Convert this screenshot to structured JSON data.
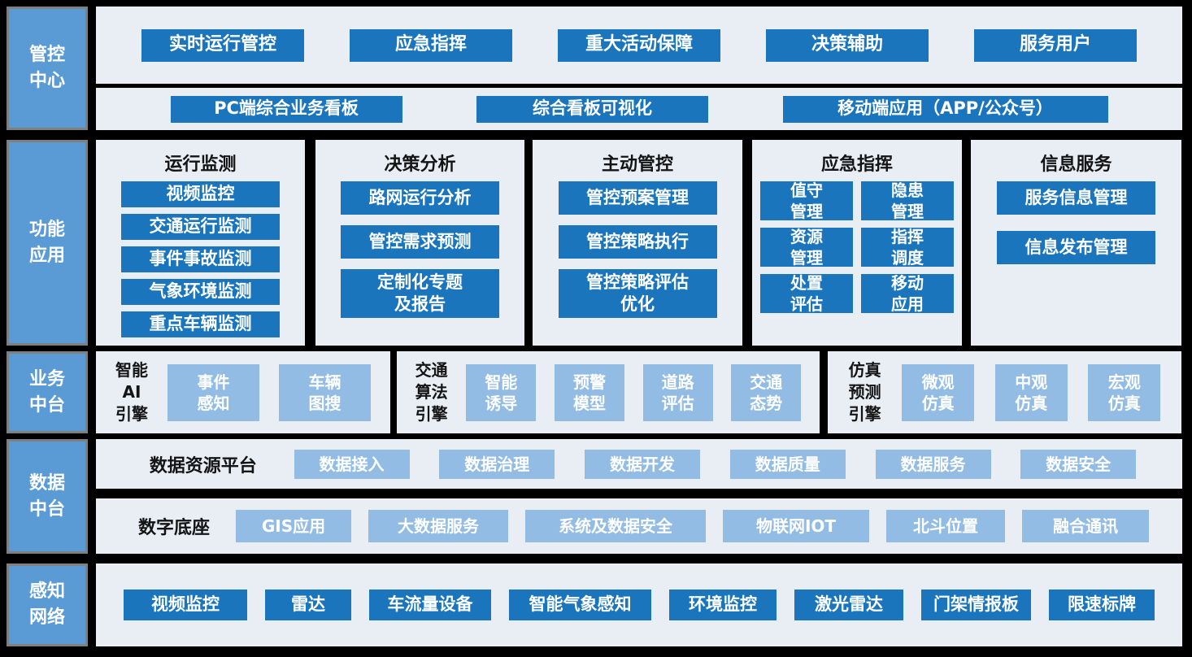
{
  "colors": {
    "page_bg": "#000000",
    "sidebar_fill": "#5B9BD5",
    "sidebar_border": "#7F7F7F",
    "panel_bg": "#E9EDF4",
    "node_primary": "#1B75BC",
    "node_light": "#92BCE3",
    "node_text": "#FFFFFF",
    "heading_text": "#141414"
  },
  "sidebar": {
    "control_center": "管控\n中心",
    "function_app": "功能\n应用",
    "business_platform": "业务\n中台",
    "data_platform": "数据\n中台",
    "perception_network": "感知\n网络"
  },
  "control_center": {
    "row1": [
      "实时运行管控",
      "应急指挥",
      "重大活动保障",
      "决策辅助",
      "服务用户"
    ],
    "row2": [
      "PC端综合业务看板",
      "综合看板可视化",
      "移动端应用（APP/公众号）"
    ]
  },
  "function_app": {
    "columns": [
      {
        "title": "运行监测",
        "items": [
          "视频监控",
          "交通运行监测",
          "事件事故监测",
          "气象环境监测",
          "重点车辆监测"
        ]
      },
      {
        "title": "决策分析",
        "items": [
          "路网运行分析",
          "管控需求预测",
          "定制化专题\n及报告"
        ]
      },
      {
        "title": "主动管控",
        "items": [
          "管控预案管理",
          "管控策略执行",
          "管控策略评估\n优化"
        ]
      },
      {
        "title": "应急指挥",
        "grid": [
          "值守\n管理",
          "隐患\n管理",
          "资源\n管理",
          "指挥\n调度",
          "处置\n评估",
          "移动\n应用"
        ]
      },
      {
        "title": "信息服务",
        "items": [
          "服务信息管理",
          "信息发布管理"
        ]
      }
    ]
  },
  "business_platform": {
    "groups": [
      {
        "label": "智能\nAI\n引擎",
        "items": [
          "事件\n感知",
          "车辆\n图搜"
        ]
      },
      {
        "label": "交通\n算法\n引擎",
        "items": [
          "智能\n诱导",
          "预警\n模型",
          "道路\n评估",
          "交通\n态势"
        ]
      },
      {
        "label": "仿真\n预测\n引擎",
        "items": [
          "微观\n仿真",
          "中观\n仿真",
          "宏观\n仿真"
        ]
      }
    ]
  },
  "data_platform": {
    "rows": [
      {
        "label": "数据资源平台",
        "items": [
          "数据接入",
          "数据治理",
          "数据开发",
          "数据质量",
          "数据服务",
          "数据安全"
        ]
      },
      {
        "label": "数字底座",
        "items": [
          "GIS应用",
          "大数据服务",
          "系统及数据安全",
          "物联网IOT",
          "北斗位置",
          "融合通讯"
        ]
      }
    ]
  },
  "perception_network": {
    "items": [
      "视频监控",
      "雷达",
      "车流量设备",
      "智能气象感知",
      "环境监控",
      "激光雷达",
      "门架情报板",
      "限速标牌"
    ]
  }
}
